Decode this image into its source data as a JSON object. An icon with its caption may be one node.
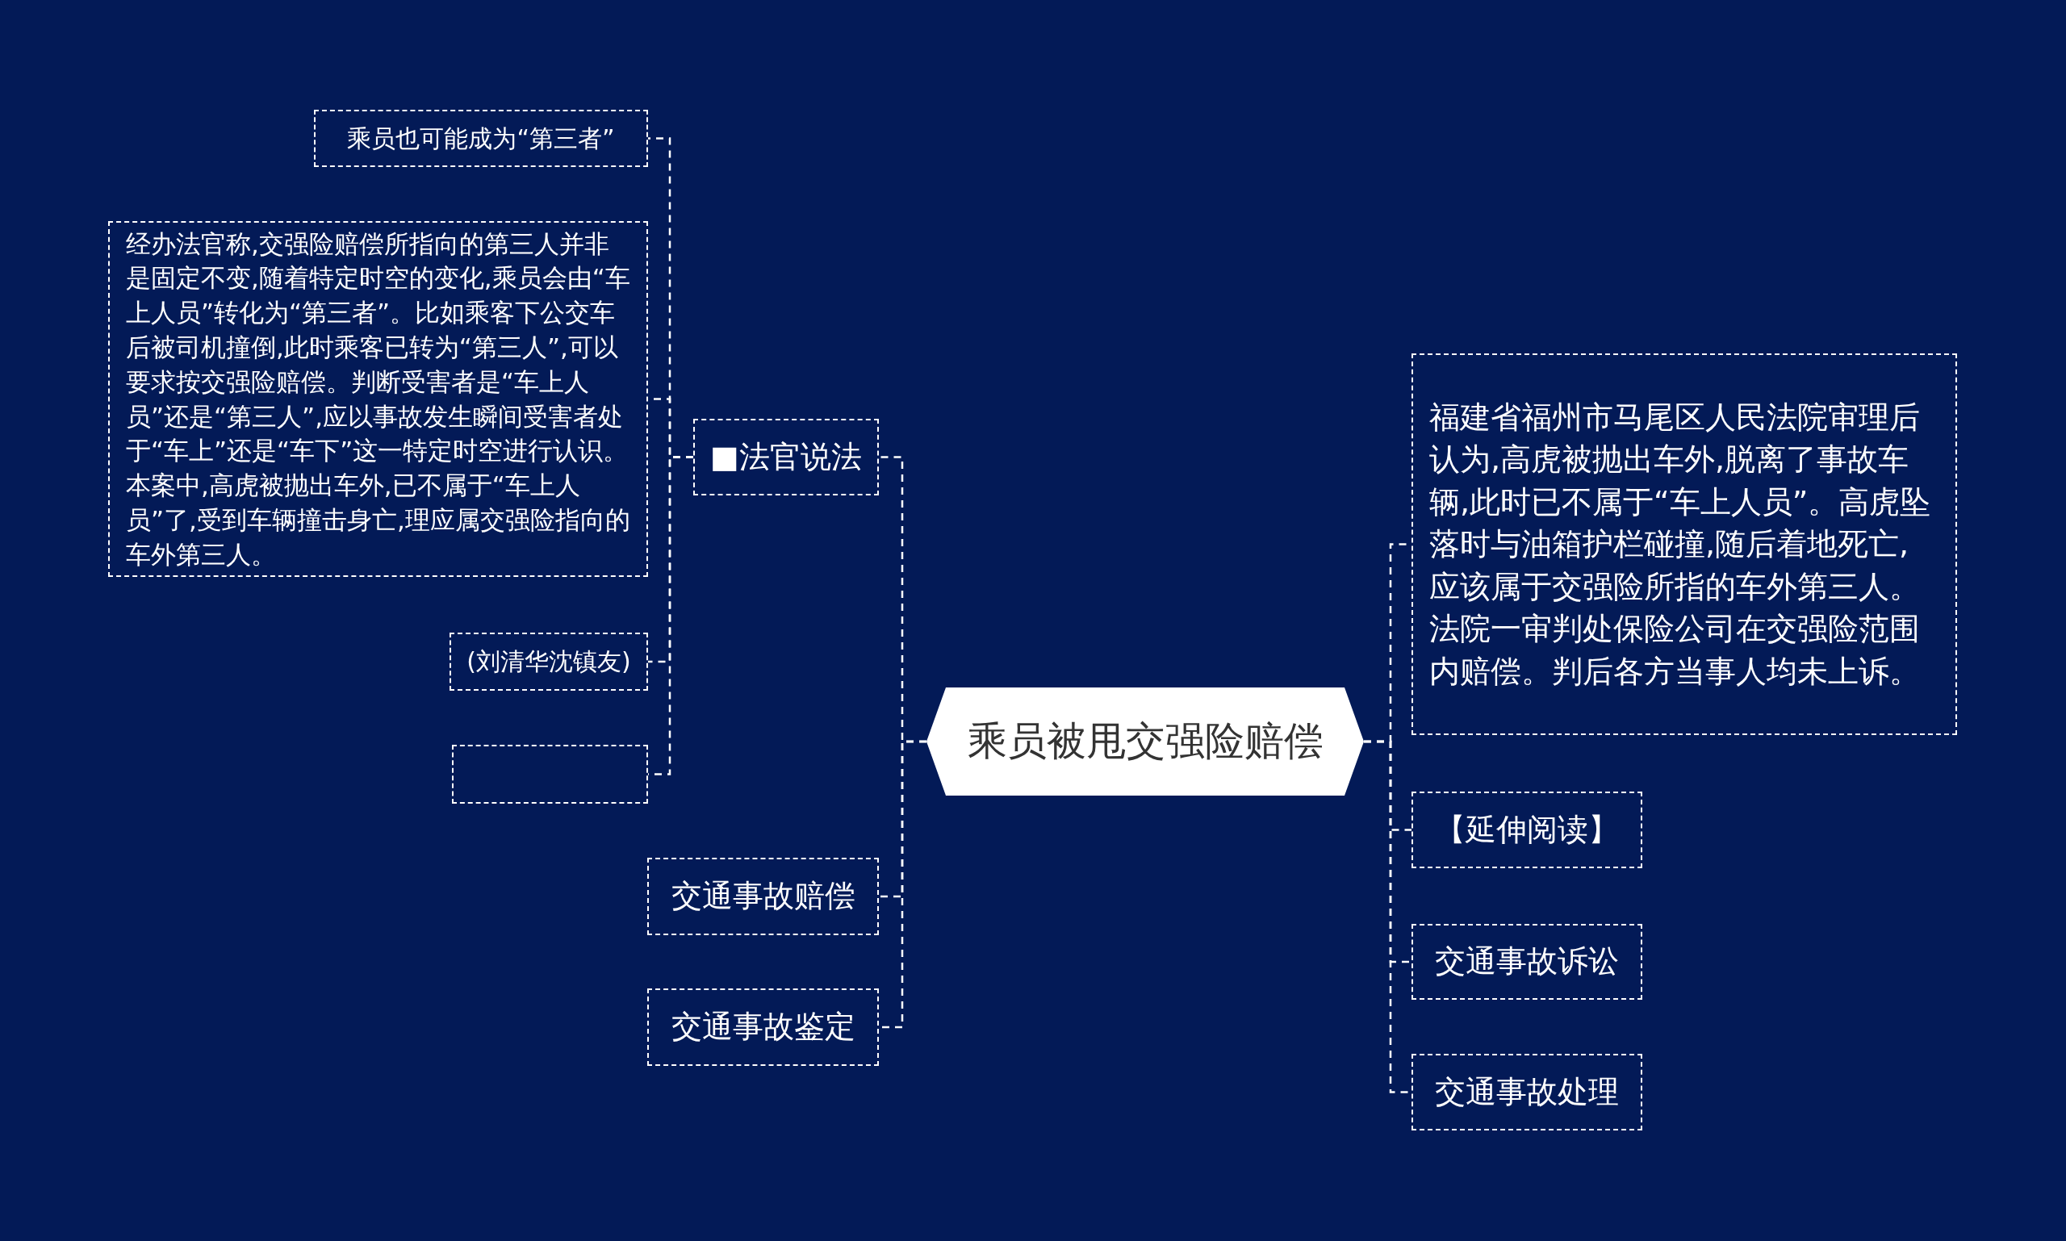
{
  "diagram": {
    "nodes": [
      {
        "text": [
          "乘员被甩交强险赔偿"
        ]
      },
      {
        "text": [
          "■法官说法"
        ]
      },
      {
        "text": [
          "乘员也可能成为“第三者”"
        ]
      },
      {
        "text": [
          "经办法官称,交强险赔偿所指向的第三人并非是固定不变,随着特定时空的变化,乘员会由“车上人员”转化为“第三者”。比如乘客下公交车后被司机撞倒,此时乘客已转为“第三人”,可以要求按交强险赔偿。判断受害者是“车上人员”还是“第三人”,应以事故发生瞬间受害者处于“车上”还是“车下”这一特定时空进行认识。本案中,高虎被抛出车外,已不属于“车上人员”了,受到车辆撞击身亡,理应属交强险指向的车外第三人。"
        ]
      },
      {
        "text": [
          "(刘清华沈镇友)"
        ]
      },
      {
        "text": [],
        "shape": "box"
      },
      {
        "text": [
          "交通事故赔偿"
        ]
      },
      {
        "text": [
          "交通事故鉴定"
        ]
      },
      {
        "text": [
          "福建省福州市马尾区人民法院审理后认为,高虎被抛出车外,脱离了事故车辆,此时已不属于“车上人员”。高虎坠落时与油箱护栏碰撞,随后着地死亡,应该属于交强险所指的车外第三人。法院一审判处保险公司在交强险范围内赔偿。判后各方当事人均未上诉。"
        ]
      },
      {
        "text": [
          "【延伸阅读】"
        ]
      },
      {
        "text": [
          "交通事故诉讼"
        ]
      },
      {
        "text": [
          "交通事故处理"
        ]
      }
    ],
    "edges": [
      {
        "from": 0,
        "to": 1,
        "arrow": "none"
      },
      {
        "from": 0,
        "to": 6,
        "arrow": "none"
      },
      {
        "from": 0,
        "to": 7,
        "arrow": "none"
      },
      {
        "from": 1,
        "to": 2,
        "arrow": "none"
      },
      {
        "from": 1,
        "to": 3,
        "arrow": "none"
      },
      {
        "from": 1,
        "to": 4,
        "arrow": "none"
      },
      {
        "from": 1,
        "to": 5,
        "arrow": "none"
      },
      {
        "from": 0,
        "to": 8,
        "arrow": "none"
      },
      {
        "from": 0,
        "to": 9,
        "arrow": "none"
      },
      {
        "from": 0,
        "to": 10,
        "arrow": "none"
      },
      {
        "from": 0,
        "to": 11,
        "arrow": "none"
      }
    ]
  }
}
